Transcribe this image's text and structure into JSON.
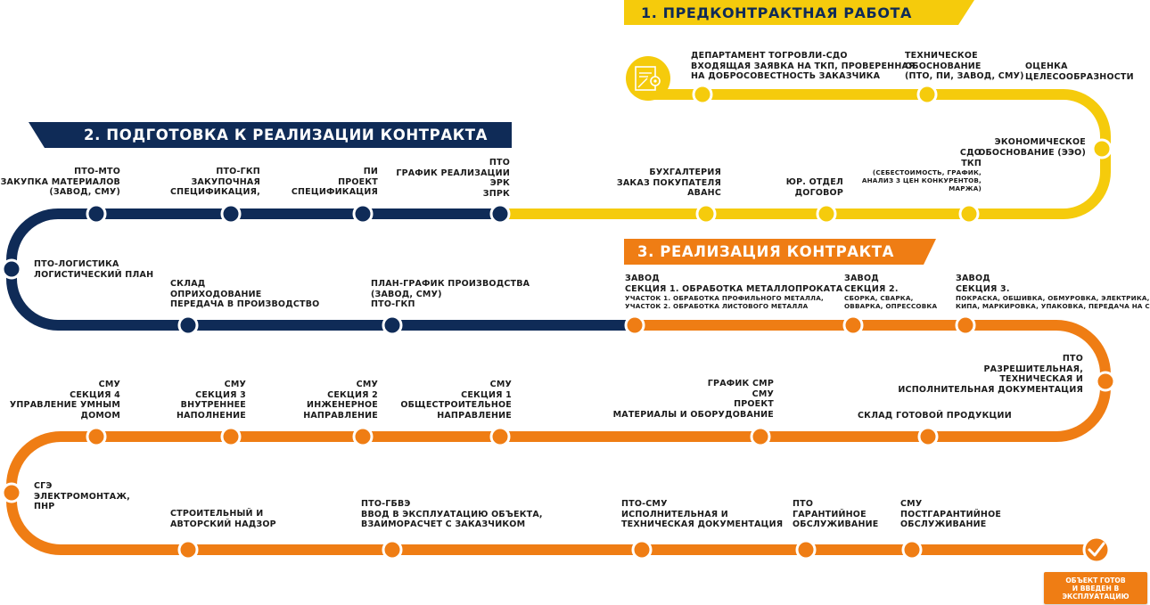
{
  "colors": {
    "yellow": "#f5cb0c",
    "navy": "#0f2b57",
    "orange": "#ef7d14"
  },
  "banners": {
    "stage1": "1. ПРЕДКОНТРАКТНАЯ РАБОТА",
    "stage2": "2. ПОДГОТОВКА К РЕАЛИЗАЦИИ КОНТРАКТА",
    "stage3": "3. РЕАЛИЗАЦИЯ КОНТРАКТА"
  },
  "stage1": {
    "dept": [
      "ДЕПАРТАМЕНТ ТОГРОВЛИ-СДО",
      "ВХОДЯЩАЯ ЗАЯВКА НА ТКП, ПРОВЕРЕННАЯ",
      "НА ДОБРОСОВЕСТНОСТЬ ЗАКАЗЧИКА"
    ],
    "tech": [
      "ТЕХНИЧЕСКОЕ",
      "ОБОСНОВАНИЕ",
      "(ПТО, ПИ, ЗАВОД, СМУ)"
    ],
    "eval": [
      "ОЦЕНКА",
      "ЦЕЛЕСООБРАЗНОСТИ"
    ],
    "econ": [
      "ЭКОНОМИЧЕСКОЕ",
      "ОБОСНОВАНИЕ (ЭЭО)"
    ],
    "sdo": [
      "СДО",
      "ТКП"
    ],
    "sdo_small": [
      "(СЕБЕСТОИМОСТЬ, ГРАФИК,",
      "АНАЛИЗ 3 ЦЕН КОНКУРЕНТОВ,",
      "МАРЖА)"
    ],
    "yur": [
      "ЮР. ОТДЕЛ",
      "ДОГОВОР"
    ],
    "buh": [
      "БУХГАЛТЕРИЯ",
      "ЗАКАЗ ПОКУПАТЕЛЯ",
      "АВАНС"
    ]
  },
  "stage2": {
    "pto_grafik": [
      "ПТО",
      "ГРАФИК РЕАЛИЗАЦИИ",
      "ЭРК",
      "ЗПРК"
    ],
    "pi": [
      "ПИ",
      "ПРОЕКТ",
      "СПЕЦИФИКАЦИЯ"
    ],
    "gkp": [
      "ПТО-ГКП",
      "ЗАКУПОЧНАЯ",
      "СПЕЦИФИКАЦИЯ,"
    ],
    "mto": [
      "ПТО-МТО",
      "ЗАКУПКА МАТЕРИАЛОВ",
      "(ЗАВОД, СМУ)"
    ],
    "logist": [
      "ПТО-ЛОГИСТИКА",
      "ЛОГИСТИЧЕСКИЙ ПЛАН"
    ],
    "sklad": [
      "СКЛАД",
      "ОПРИХОДОВАНИЕ",
      "ПЕРЕДАЧА В ПРОИЗВОДСТВО"
    ],
    "plan": [
      "ПЛАН-ГРАФИК ПРОИЗВОДСТВА",
      "(ЗАВОД, СМУ)",
      "ПТО-ГКП"
    ]
  },
  "stage3": {
    "zavod1": [
      "ЗАВОД",
      "СЕКЦИЯ 1. ОБРАБОТКА МЕТАЛЛОПРОКАТА"
    ],
    "zavod1_small": [
      "УЧАСТОК 1. ОБРАБОТКА ПРОФИЛЬНОГО МЕТАЛЛА,",
      "УЧАСТОК 2. ОБРАБОТКА ЛИСТОВОГО МЕТАЛЛА"
    ],
    "zavod2": [
      "ЗАВОД",
      "СЕКЦИЯ 2."
    ],
    "zavod2_small": [
      "СБОРКА, СВАРКА,",
      "ОВВАРКА, ОПРЕССОВКА"
    ],
    "zavod3": [
      "ЗАВОД",
      "СЕКЦИЯ 3."
    ],
    "zavod3_small": [
      "ПОКРАСКА, ОБШИВКА, ОБМУРОВКА, ЭЛЕКТРИКА,",
      "КИПА, МАРКИРОВКА, УПАКОВКА, ПЕРЕДАЧА НА СКЛАД"
    ],
    "pto_docs": [
      "ПТО",
      "РАЗРЕШИТЕЛЬНАЯ,",
      "ТЕХНИЧЕСКАЯ И",
      "ИСПОЛНИТЕЛЬНАЯ ДОКУМЕНТАЦИЯ"
    ],
    "sklad_gp": [
      "СКЛАД ГОТОВОЙ ПРОДУКЦИИ"
    ],
    "grafik_smr": [
      "ГРАФИК СМР",
      "СМУ",
      "ПРОЕКТ",
      "МАТЕРИАЛЫ И ОБОРУДОВАНИЕ"
    ],
    "smu1": [
      "СМУ",
      "СЕКЦИЯ 1",
      "ОБЩЕСТРОИТЕЛЬНОЕ",
      "НАПРАВЛЕНИЕ"
    ],
    "smu2": [
      "СМУ",
      "СЕКЦИЯ 2",
      "ИНЖЕНЕРНОЕ",
      "НАПРАВЛЕНИЕ"
    ],
    "smu3": [
      "СМУ",
      "СЕКЦИЯ 3",
      "ВНУТРЕННЕЕ",
      "НАПОЛНЕНИЕ"
    ],
    "smu4": [
      "СМУ",
      "СЕКЦИЯ 4",
      "УПРАВЛЕНИЕ УМНЫМ",
      "ДОМОМ"
    ],
    "sge": [
      "СГЭ",
      "ЭЛЕКТРОМОНТАЖ,",
      "ПНР"
    ],
    "nadzor": [
      "СТРОИТЕЛЬНЫЙ И",
      "АВТОРСКИЙ НАДЗОР"
    ],
    "gbvz": [
      "ПТО-ГБВЭ",
      "ВВОД В ЭКСПЛУАТАЦИЮ ОБЪЕКТА,",
      "ВЗАИМОРАСЧЕТ С ЗАКАЗЧИКОМ"
    ],
    "pto_smu": [
      "ПТО-СМУ",
      "ИСПОЛНИТЕЛЬНАЯ И",
      "ТЕХНИЧЕСКАЯ ДОКУМЕНТАЦИЯ"
    ],
    "pto_garant": [
      "ПТО",
      "ГАРАНТИЙНОЕ",
      "ОБСЛУЖИВАНИЕ"
    ],
    "smu_postgarant": [
      "СМУ",
      "ПОСТГАРАНТИЙНОЕ",
      "ОБСЛУЖИВАНИЕ"
    ]
  },
  "final": [
    "ОБЪЕКТ ГОТОВ",
    "И ВВЕДЕН В",
    "ЭКСПЛУАТАЦИЮ"
  ],
  "icons": {
    "start": "document-gear-icon",
    "end": "checkmark-icon"
  }
}
